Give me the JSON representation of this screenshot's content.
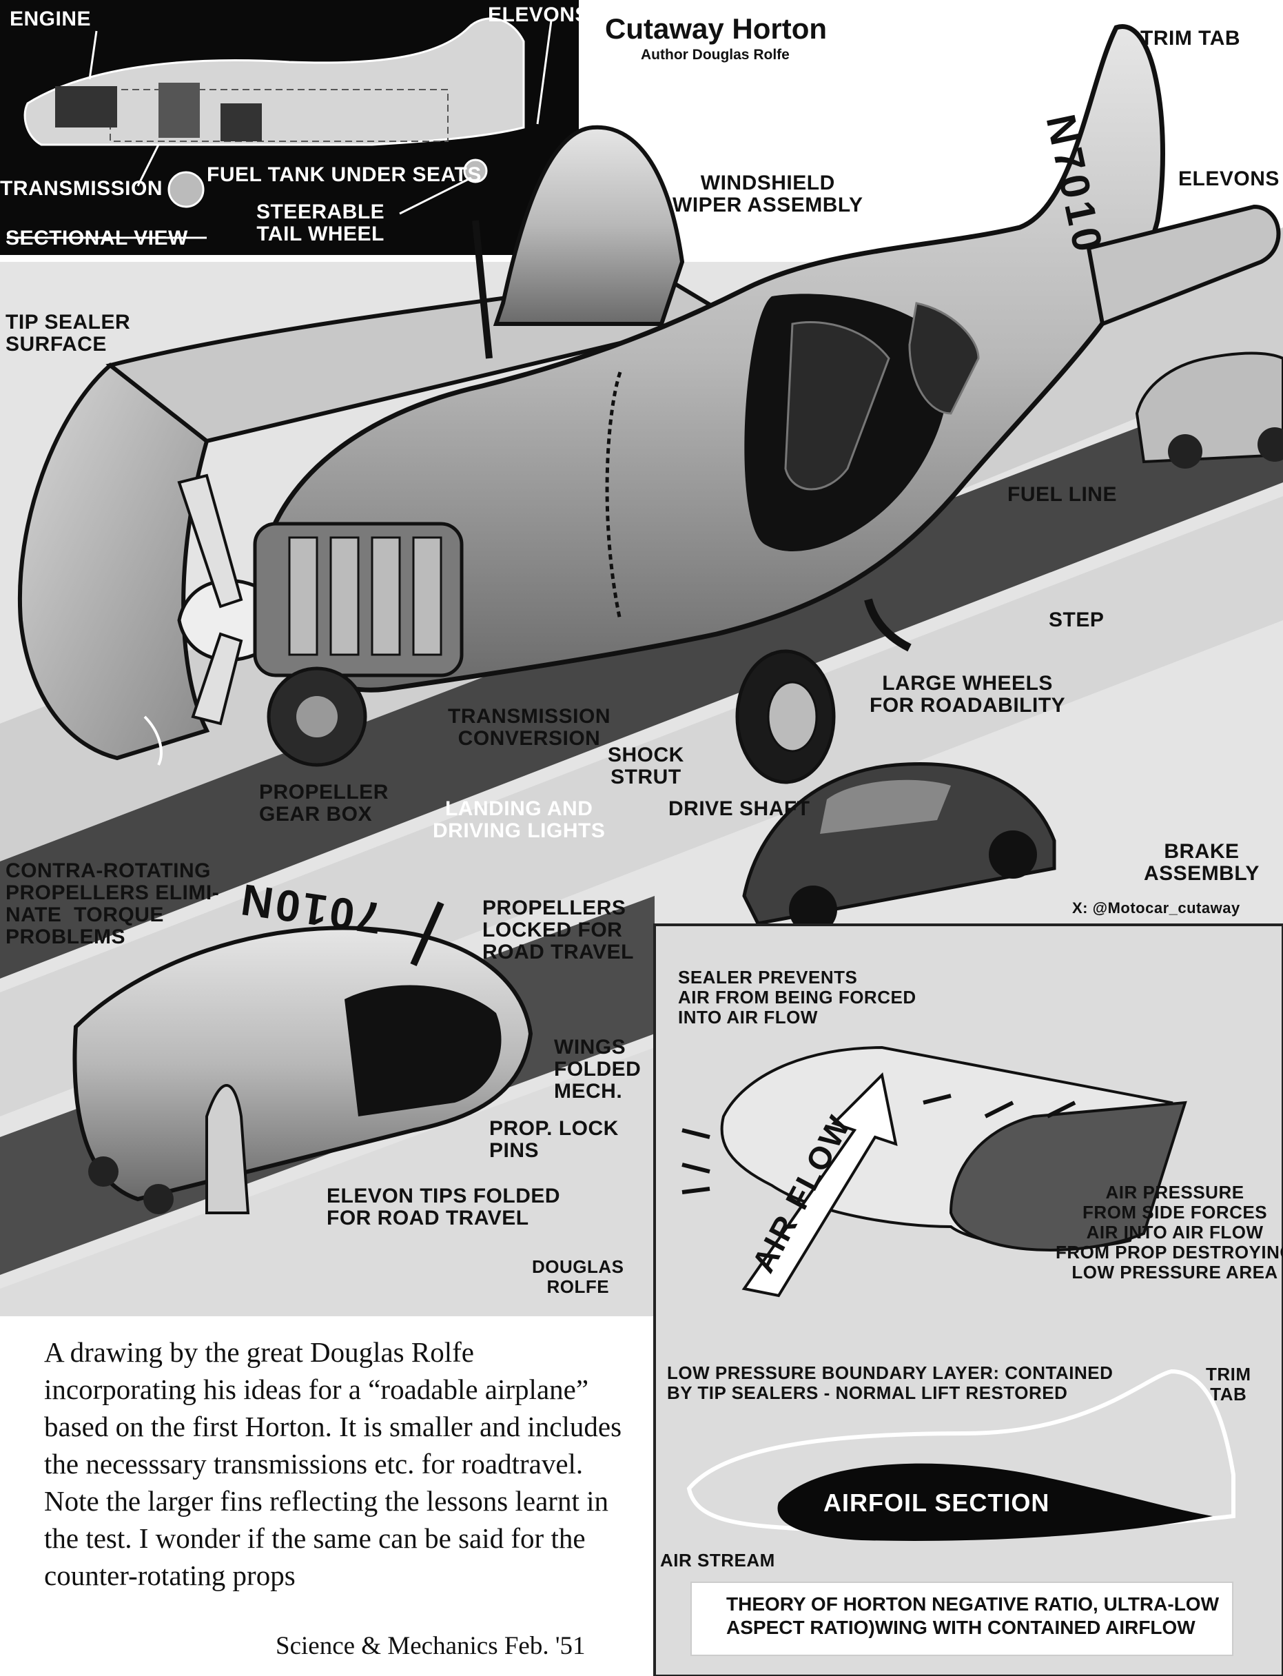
{
  "title": "Cutaway Horton",
  "author": "Author Douglas Rolfe",
  "registration": "N7010",
  "registration_folded": "7010N",
  "sectional_view": {
    "engine": "ENGINE",
    "elevons": "ELEVONS",
    "transmission": "TRANSMISSION",
    "fuel_tank": "FUEL TANK UNDER SEATS",
    "tail_wheel": "STEERABLE\nTAIL WHEEL",
    "heading": "SECTIONAL VIEW"
  },
  "main_labels": {
    "trim_tab": "TRIM TAB",
    "elevons": "ELEVONS",
    "windshield": "WINDSHIELD\nWIPER ASSEMBLY",
    "tip_sealer": "TIP SEALER\nSURFACE",
    "fuel_line": "FUEL LINE",
    "step": "STEP",
    "large_wheels": "LARGE WHEELS\nFOR ROADABILITY",
    "transmission_conversion": "TRANSMISSION\nCONVERSION",
    "shock_strut": "SHOCK\nSTRUT",
    "drive_shaft": "DRIVE SHAFT",
    "landing_lights": "LANDING AND\nDRIVING LIGHTS",
    "prop_gear_box": "PROPELLER\nGEAR BOX",
    "contra_rotating": "CONTRA-ROTATING\nPROPELLERS ELIMI-\nNATE  TORQUE\nPROBLEMS",
    "brake_assembly": "BRAKE\nASSEMBLY",
    "credit": "X: @Motocar_cutaway"
  },
  "road_labels": {
    "props_locked": "PROPELLERS\nLOCKED FOR\nROAD TRAVEL",
    "wings_folded": "WINGS\nFOLDED\nMECH.",
    "prop_lock": "PROP. LOCK\nPINS",
    "elevon_tips": "ELEVON TIPS FOLDED\nFOR ROAD TRAVEL",
    "signature": "DOUGLAS\nROLFE"
  },
  "airflow_panel": {
    "sealer_prevents": "SEALER PREVENTS\nAIR FROM BEING FORCED\nINTO AIR FLOW",
    "air_flow": "AIR FLOW",
    "air_pressure": "AIR PRESSURE\nFROM SIDE FORCES\nAIR INTO AIR FLOW\nFROM PROP DESTROYING\nLOW PRESSURE AREA",
    "low_pressure": "LOW PRESSURE BOUNDARY LAYER: CONTAINED\nBY TIP SEALERS - NORMAL LIFT RESTORED",
    "trim_tab": "TRIM\nTAB",
    "airfoil_section": "AIRFOIL SECTION",
    "air_stream": "AIR STREAM",
    "theory": "THEORY OF HORTON NEGATIVE RATIO, ULTRA-LOW\nASPECT RATIO)WING WITH CONTAINED AIRFLOW"
  },
  "caption": "A drawing by the great Douglas Rolfe incorporating his ideas for a “roadable airplane” based on the first Horton.  It is smaller and includes the necesssary transmissions etc. for roadtravel. Note the larger fins reflecting the lessons learnt in the test. I wonder if the same can be said for the counter-rotating props",
  "source": "Science & Mechanics Feb. '51"
}
